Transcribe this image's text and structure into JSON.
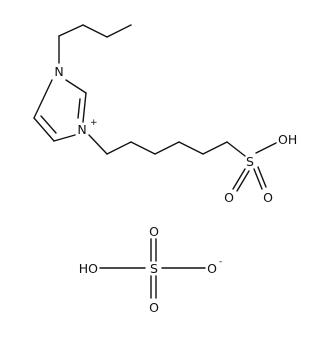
{
  "cation": {
    "atoms": {
      "n1": "N",
      "n3": "N",
      "n3_charge": "+",
      "s": "S",
      "o_top": "O",
      "o_bottom": "O",
      "oh": "OH"
    }
  },
  "anion": {
    "atoms": {
      "ho": "HO",
      "s": "S",
      "o_top": "O",
      "o_bottom": "O",
      "o_right": "O",
      "o_charge": "-"
    }
  }
}
